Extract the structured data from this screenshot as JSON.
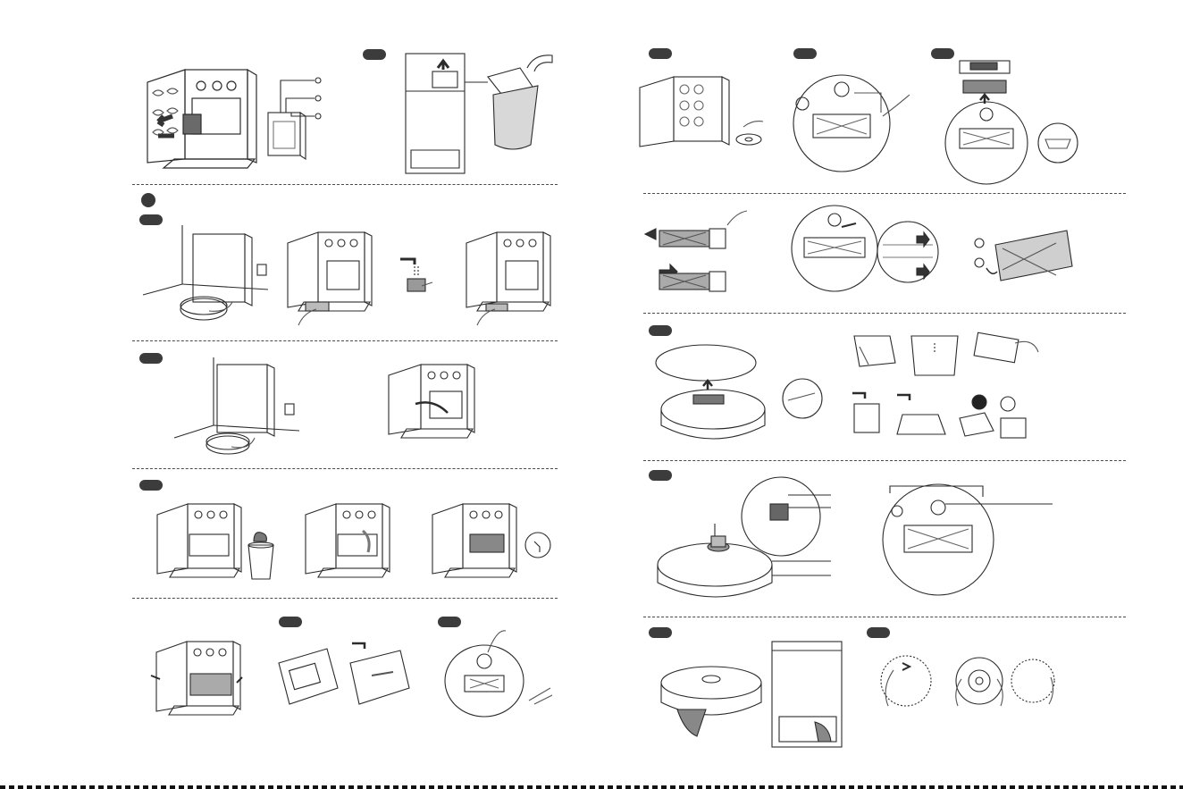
{
  "layout": {
    "pages": [
      "left",
      "right"
    ],
    "ink_color": "#2b2b2b",
    "badge_color": "#3c3c3c",
    "divider_color": "#4a4a4a",
    "background": "#ffffff"
  },
  "illustrations": {
    "left": [
      "base-station-open-tank-removal",
      "tank-callouts",
      "dust-bag-lift",
      "water-tank-refill",
      "station-setup-robot-docking",
      "station-open-tray",
      "tray-rinse-under-tap",
      "station-tray-reinstall",
      "station-placement-robot-docking",
      "station-open-hose",
      "station-bag-remove",
      "station-bag-replace",
      "station-bag-lock-detail",
      "station-door-close",
      "tray-filter-cleaning",
      "robot-brush-cleaning"
    ],
    "right": [
      "station-mop-pads",
      "robot-underside-side-brush",
      "robot-main-brush-removal",
      "brush-disassembly",
      "robot-brush-latch-detail",
      "brush-cover-rotate",
      "robot-top-cover-dustbin",
      "dustbin-filter-cleaning",
      "robot-sensors-callouts",
      "robot-underside-callouts",
      "robot-wipe",
      "station-interior-wipe",
      "mop-pad-replacement"
    ]
  }
}
